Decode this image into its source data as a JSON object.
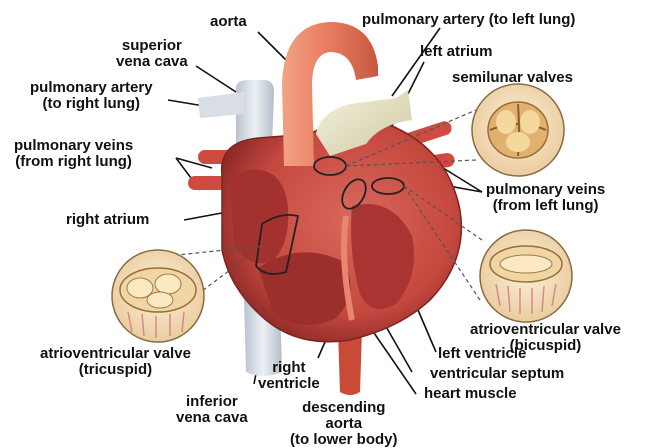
{
  "colors": {
    "background": "#ffffff",
    "label_text": "#111111",
    "muscle": "#c5483f",
    "muscle_dark": "#8e2a26",
    "chamber_inner": "#a3322f",
    "aorta": "#e87a5e",
    "vena_cava": "#dfe6ee",
    "pulmonary_artery": "#eae6c8",
    "pulmonary_veins": "#cf4a40",
    "valve_flesh": "#f3c98a",
    "inset_bg": "#f6e3c0"
  },
  "labels": {
    "aorta": [
      "aorta"
    ],
    "pulmonary_artery_left": [
      "pulmonary artery (to left lung)"
    ],
    "superior_vena_cava": [
      "superior",
      "vena cava"
    ],
    "left_atrium": [
      "left atrium"
    ],
    "pulmonary_artery_right": [
      "pulmonary artery",
      "(to right lung)"
    ],
    "semilunar_valves": [
      "semilunar valves"
    ],
    "pulmonary_veins_right": [
      "pulmonary veins",
      "(from right lung)"
    ],
    "pulmonary_veins_left": [
      "pulmonary veins",
      "(from left lung)"
    ],
    "right_atrium": [
      "right atrium"
    ],
    "av_valve_bicuspid": [
      "atrioventricular valve",
      "(bicuspid)"
    ],
    "av_valve_tricuspid": [
      "atrioventricular valve",
      "(tricuspid)"
    ],
    "right_ventricle": [
      "right",
      "ventricle"
    ],
    "left_ventricle": [
      "left ventricle"
    ],
    "ventricular_septum": [
      "ventricular septum"
    ],
    "heart_muscle": [
      "heart muscle"
    ],
    "inferior_vena_cava": [
      "inferior",
      "vena cava"
    ],
    "descending_aorta": [
      "descending",
      "aorta",
      "(to lower body)"
    ]
  },
  "icons": [
    "semilunar-valve-inset",
    "bicuspid-valve-inset",
    "tricuspid-valve-inset"
  ]
}
